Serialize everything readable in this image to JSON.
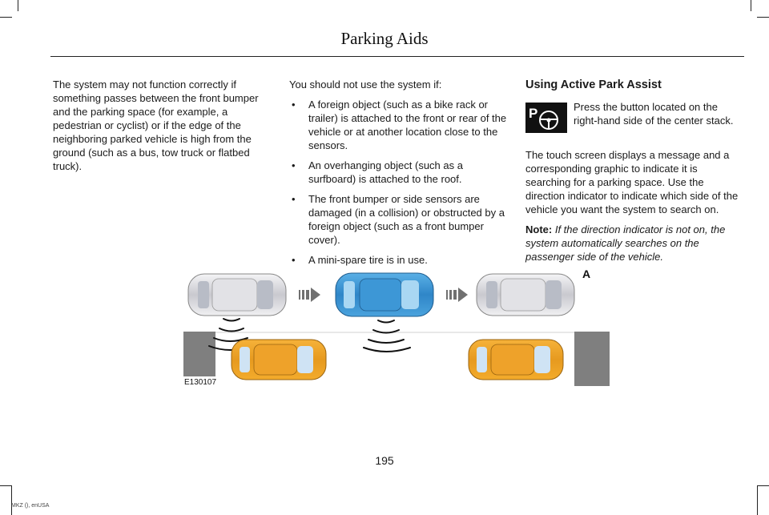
{
  "header": {
    "title": "Parking Aids"
  },
  "column1": {
    "paragraph": "The system may not function correctly if something passes between the front bumper and the parking space (for example, a pedestrian or cyclist) or if the edge of the neighboring parked vehicle is high from the ground (such as a bus, tow truck or flatbed truck)."
  },
  "column2": {
    "intro": "You should not use the system if:",
    "bullets": [
      "A foreign object (such as a bike rack or trailer) is attached to the front or rear of the vehicle or at another location close to the sensors.",
      "An overhanging object (such as a surfboard) is attached to the roof.",
      "The front bumper or side sensors are damaged (in a collision) or obstructed by a foreign object (such as a front bumper cover).",
      "A mini-spare tire is in use."
    ],
    "bullet_glyph": "•"
  },
  "column3": {
    "heading": "Using Active Park Assist",
    "icon_text": "Press the button located on the right-hand side of the center stack.",
    "icon_name": "park-assist-icon",
    "paragraph": "The touch screen displays a message and a corresponding graphic to indicate it is searching for a parking space. Use the direction indicator to indicate which side of the vehicle you want the system to search on.",
    "note_label": "Note:",
    "note_text": "If the direction indicator is not on, the system automatically searches on the passenger side of the vehicle."
  },
  "figure": {
    "label_a": "A",
    "code": "E130107",
    "colors": {
      "searching_car": "#2f86c8",
      "parked_car": "#e69a1f",
      "other_car": "#d8d8dc",
      "curb": "#808080"
    }
  },
  "footer": {
    "page_number": "195",
    "edition": "MKZ (), enUSA"
  }
}
